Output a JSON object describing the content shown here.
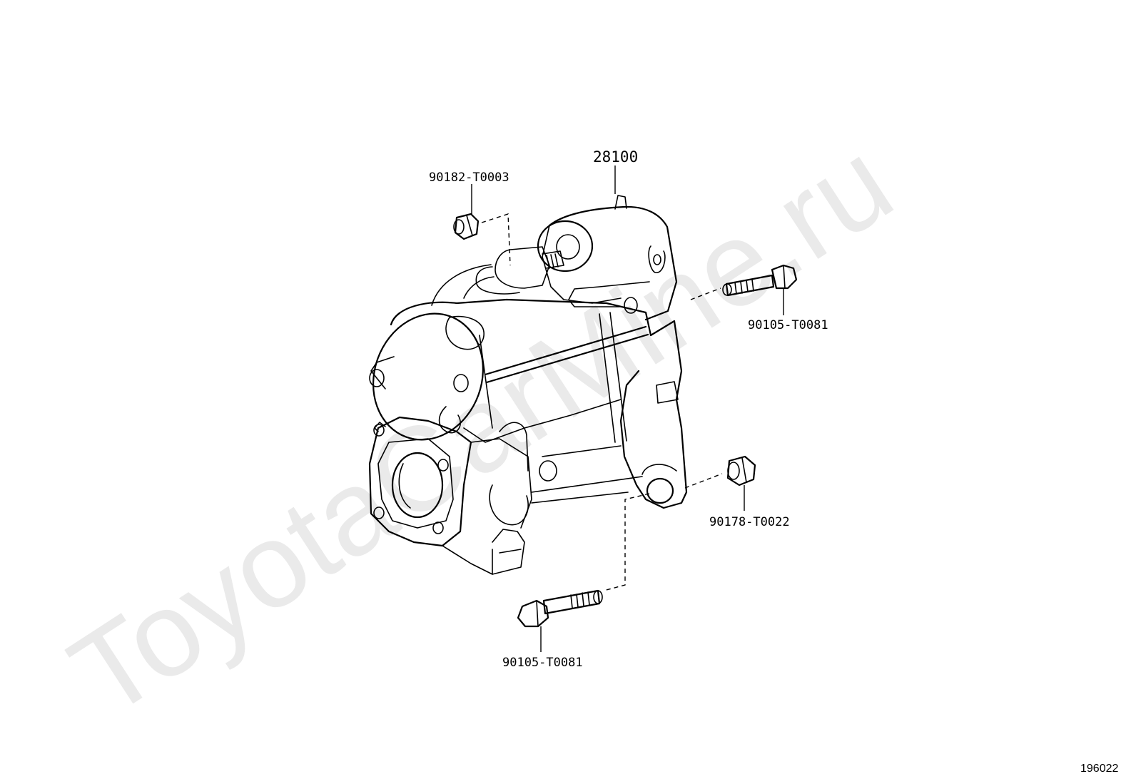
{
  "watermark": "ToyotaCarMine.ru",
  "diagram_ref": "196022",
  "parts": {
    "main_assembly": "28100",
    "nut_terminal": "90182-T0003",
    "bolt_upper": "90105-T0081",
    "nut_lower": "90178-T0022",
    "bolt_lower": "90105-T0081"
  }
}
